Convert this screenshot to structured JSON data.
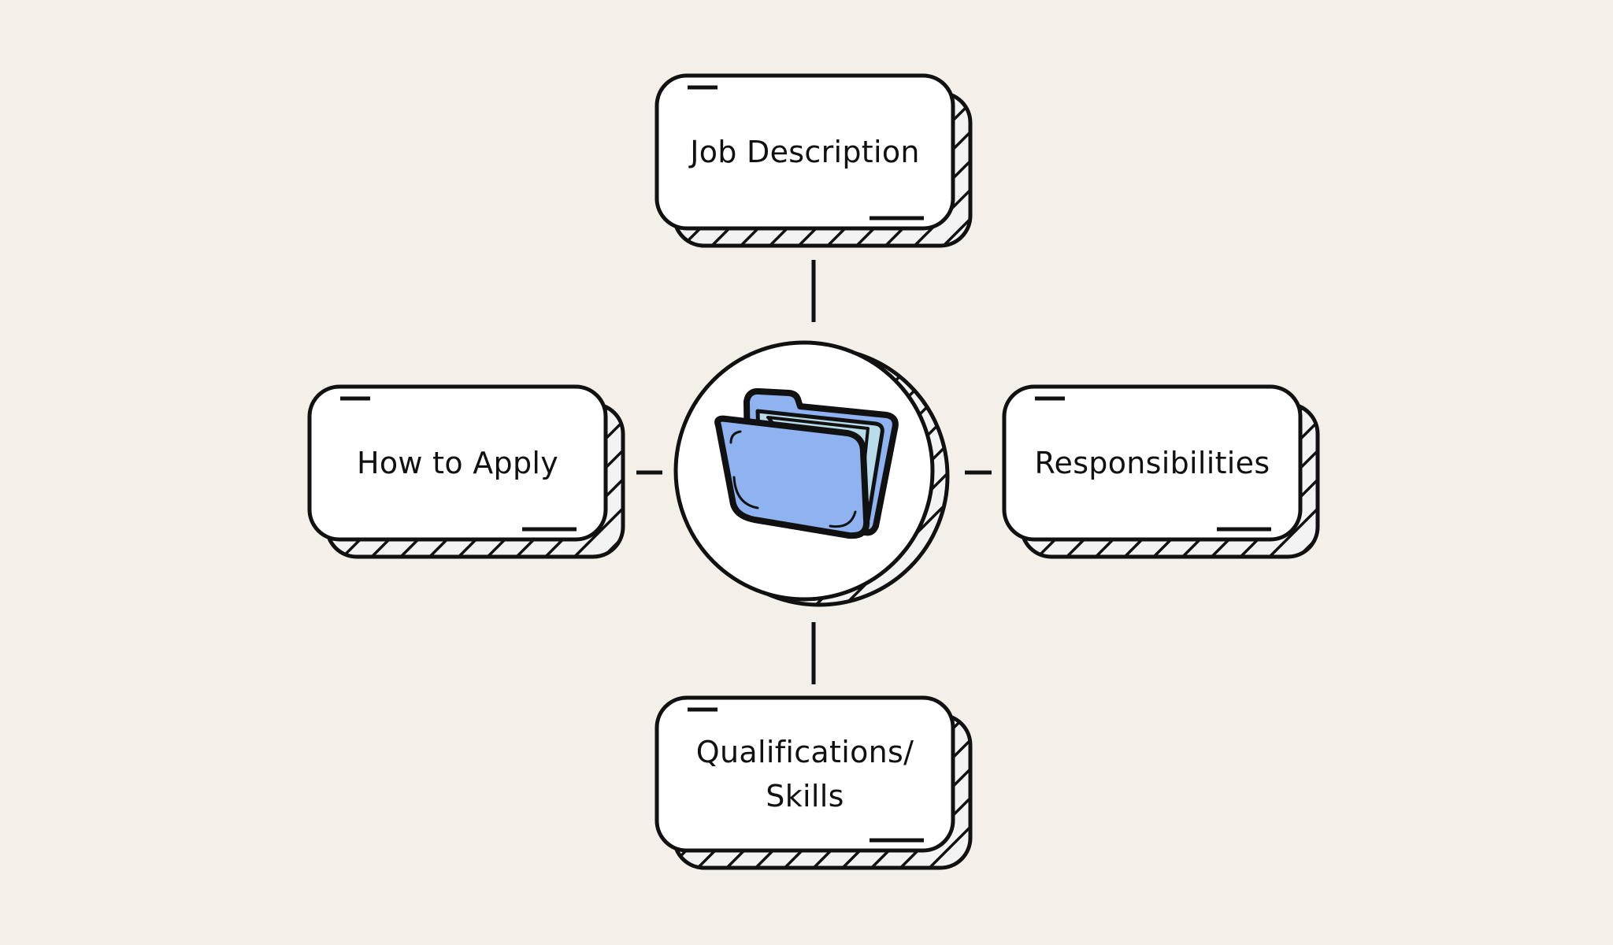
{
  "background": "#f4efe8",
  "center": {
    "icon": "folder-icon",
    "folder_color": "#8fb3f0",
    "paper_color": "#b9dcea"
  },
  "nodes": [
    {
      "id": "top",
      "label": "Job Description"
    },
    {
      "id": "left",
      "label": "How to Apply"
    },
    {
      "id": "right",
      "label": "Responsibilities"
    },
    {
      "id": "bottom",
      "label_line1": "Qualifications/",
      "label_line2": "Skills"
    }
  ]
}
